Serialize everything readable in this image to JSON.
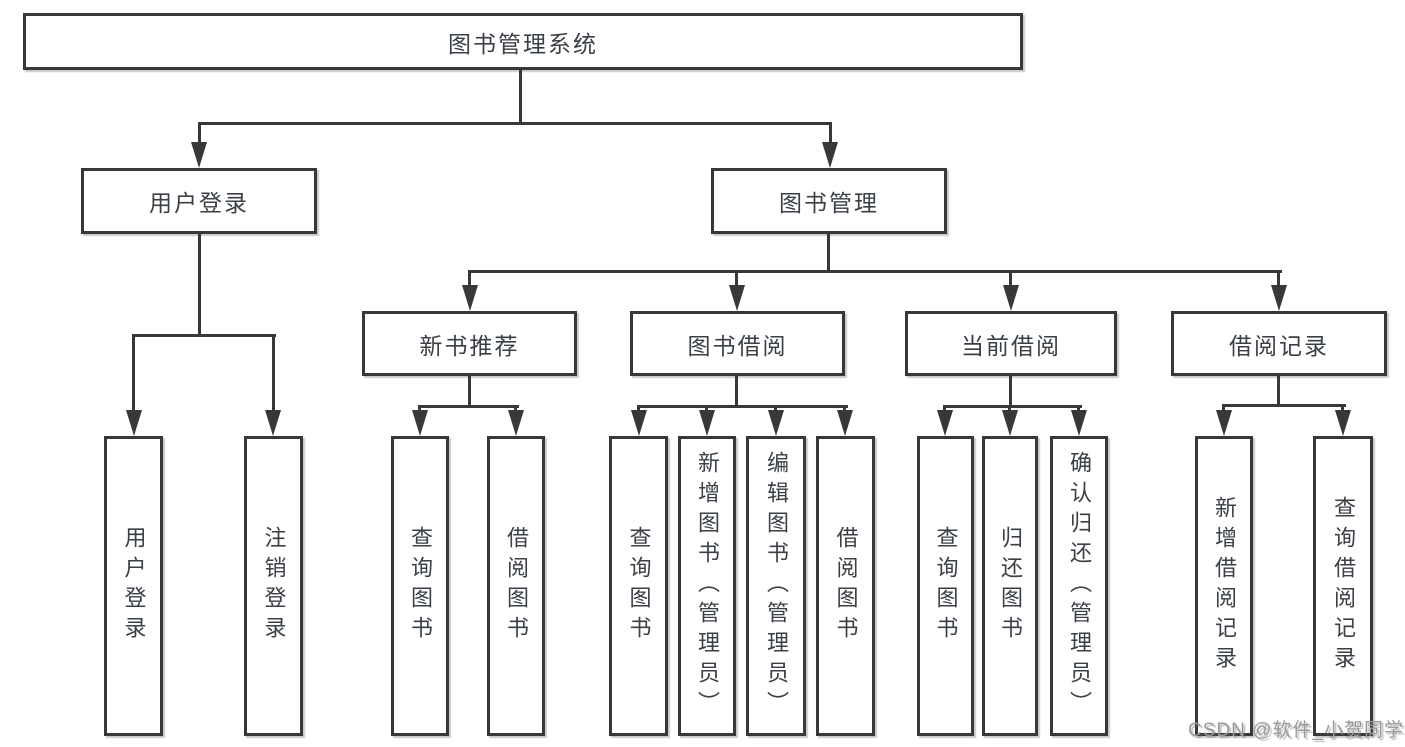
{
  "diagram": {
    "root": {
      "label": "图书管理系统"
    },
    "branches": [
      {
        "label": "用户登录",
        "children": [
          "用户登录",
          "注销登录"
        ]
      },
      {
        "label": "图书管理",
        "children": [
          {
            "label": "新书推荐",
            "children": [
              "查询图书",
              "借阅图书"
            ]
          },
          {
            "label": "图书借阅",
            "children": [
              "查询图书",
              "新增图书（管理员）",
              "编辑图书（管理员）",
              "借阅图书"
            ]
          },
          {
            "label": "当前借阅",
            "children": [
              "查询图书",
              "归还图书",
              "确认归还（管理员）"
            ]
          },
          {
            "label": "借阅记录",
            "children": [
              "新增借阅记录",
              "查询借阅记录"
            ]
          }
        ]
      }
    ]
  },
  "watermark": "CSDN @软件_小贺同学",
  "colors": {
    "line": "#383838",
    "text": "#3b4046",
    "watermark": "#9b9b9b",
    "background": "#ffffff"
  }
}
